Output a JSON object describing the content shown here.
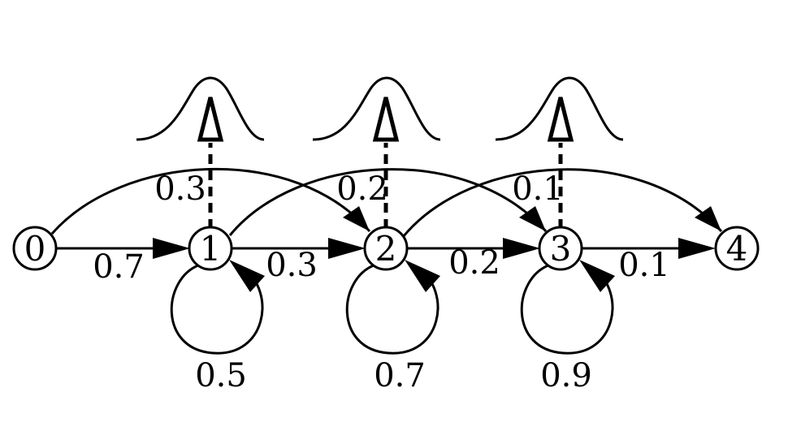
{
  "diagram": {
    "states": [
      {
        "id": "0",
        "label": "0"
      },
      {
        "id": "1",
        "label": "1"
      },
      {
        "id": "2",
        "label": "2"
      },
      {
        "id": "3",
        "label": "3"
      },
      {
        "id": "4",
        "label": "4"
      }
    ],
    "transitions": {
      "forward": [
        {
          "from": "0",
          "to": "1",
          "label": "0.7"
        },
        {
          "from": "1",
          "to": "2",
          "label": "0.3"
        },
        {
          "from": "2",
          "to": "3",
          "label": "0.2"
        },
        {
          "from": "3",
          "to": "4",
          "label": "0.1"
        }
      ],
      "skip": [
        {
          "from": "0",
          "to": "2",
          "label": "0.3"
        },
        {
          "from": "1",
          "to": "3",
          "label": "0.2"
        },
        {
          "from": "2",
          "to": "4",
          "label": "0.1"
        }
      ],
      "self": [
        {
          "state": "1",
          "label": "0.5"
        },
        {
          "state": "2",
          "label": "0.7"
        },
        {
          "state": "3",
          "label": "0.9"
        }
      ]
    },
    "emissions": [
      {
        "state": "1",
        "shape": "gaussian"
      },
      {
        "state": "2",
        "shape": "gaussian"
      },
      {
        "state": "3",
        "shape": "gaussian"
      }
    ]
  }
}
